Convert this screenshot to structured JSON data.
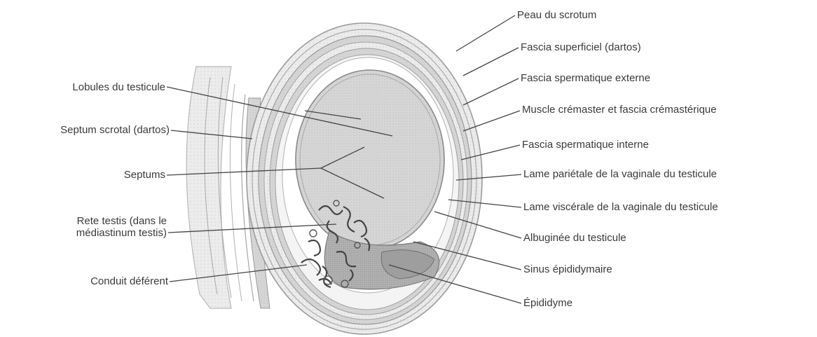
{
  "labels": {
    "peau_scrotum": "Peau du scrotum",
    "fascia_superficiel": "Fascia superficiel (dartos)",
    "fascia_sperm_externe": "Fascia spermatique externe",
    "muscle_cremaster": "Muscle crémaster et fascia crémastérique",
    "fascia_sperm_interne": "Fascia spermatique interne",
    "lame_parietale": "Lame pariétale de la vaginale du testicule",
    "lame_viscerale": "Lame viscérale de la vaginale du testicule",
    "albuginee": "Albuginée du testicule",
    "sinus_epididymaire": "Sinus épididymaire",
    "epididyme": "Épididyme",
    "lobules": "Lobules du testicule",
    "septum_scrotal": "Septum scrotal (dartos)",
    "septums": "Septums",
    "rete_line1": "Rete testis (dans le",
    "rete_line2": "médiastinum testis)",
    "conduit_deferent": "Conduit déférent"
  }
}
